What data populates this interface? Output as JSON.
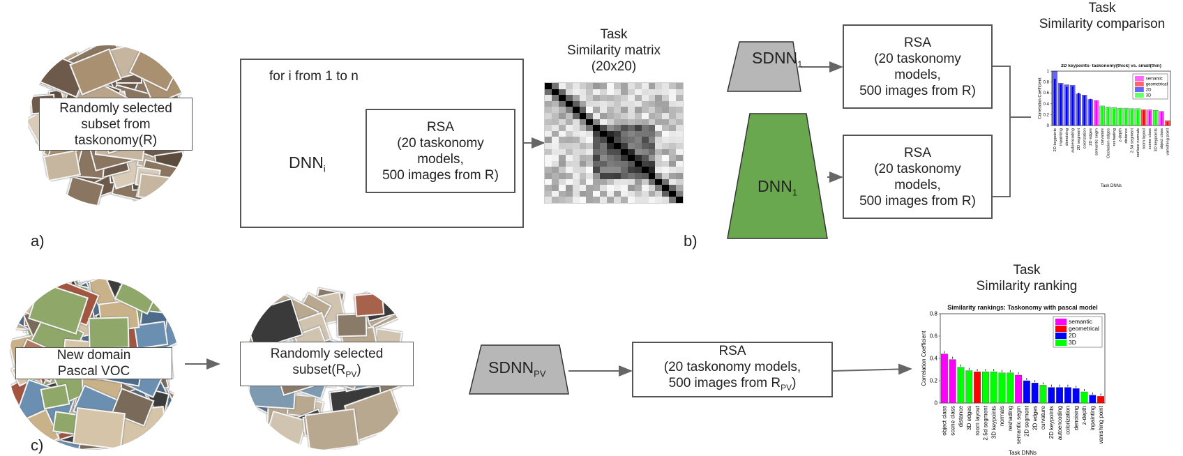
{
  "panel_a": {
    "label": "a)",
    "subset_label_lines": [
      "Randomly selected",
      "subset from",
      "taskonomy(R)"
    ],
    "loop_label": "for i from 1 to n",
    "dnn_label": "DNN",
    "dnn_sub": "i",
    "rsa_lines": [
      "RSA",
      "(20 taskonomy",
      "models,",
      "500 images from R)"
    ],
    "matrix_title_lines": [
      "Task",
      "Similarity matrix",
      "(20x20)"
    ]
  },
  "panel_b": {
    "label": "b)",
    "sdnn_label": "SDNN",
    "sdnn_sub": "1",
    "dnn_label": "DNN",
    "dnn_sub": "1",
    "rsa_top_lines": [
      "RSA",
      "(20 taskonomy",
      "models,",
      "500 images from R)"
    ],
    "rsa_bottom_lines": [
      "RSA",
      "(20 taskonomy",
      "models,",
      "500 images from R)"
    ],
    "comparison_title_lines": [
      "Task",
      "Similarity comparison"
    ]
  },
  "panel_c": {
    "label": "c)",
    "domain_lines": [
      "New domain",
      "Pascal VOC"
    ],
    "subset_line1": "Randomly selected",
    "subset_line2_pre": "subset(R",
    "subset_line2_sub": "PV",
    "subset_line2_post": ")",
    "sdnn_label": "SDNN",
    "sdnn_sub": "PV",
    "rsa_line1": "RSA",
    "rsa_line2": "(20 taskonomy models,",
    "rsa_line3_pre": "500 images from R",
    "rsa_line3_sub": "PV",
    "rsa_line3_post": ")",
    "ranking_title_lines": [
      "Task",
      "Similarity ranking"
    ]
  },
  "colors": {
    "green": "#6aa84f",
    "gray": "#b7b7b7",
    "semantic": "#ff00ff",
    "geometrical": "#ff0000",
    "2d": "#0000ff",
    "3d": "#00ff00"
  },
  "chart_data": [
    {
      "type": "bar",
      "title": "2D keypoints- taskonomy(thick) vs. small(thin)",
      "xlabel": "Task DNNs",
      "ylabel": "Correlation Coefficient",
      "ylim": [
        0,
        1
      ],
      "yticks": [
        "0",
        "0.2",
        "0.4",
        "0.6",
        "0.8",
        "1"
      ],
      "legend": [
        "semantic",
        "geometrical",
        "2D",
        "3D"
      ],
      "legend_position": "top-right",
      "categories": [
        "2D keypoints",
        "inpainting",
        "denoising",
        "autoencoding",
        "2D segment",
        "colorization",
        "2D edges",
        "semantic segm",
        "curvature",
        "Occlusion edges",
        "reshading",
        "z-depth",
        "distance",
        "2.5d segment",
        "surface normals",
        "room layout",
        "scene class",
        "3D keypoints",
        "object class",
        "vanishing point"
      ],
      "groups": [
        "2D",
        "2D",
        "2D",
        "2D",
        "2D",
        "2D",
        "2D",
        "semantic",
        "3D",
        "3D",
        "3D",
        "3D",
        "3D",
        "3D",
        "3D",
        "geometrical",
        "semantic",
        "3D",
        "semantic",
        "geometrical"
      ],
      "series": [
        {
          "name": "taskonomy(thick)",
          "values": [
            1.0,
            0.78,
            0.75,
            0.74,
            0.58,
            0.56,
            0.48,
            0.46,
            0.36,
            0.34,
            0.33,
            0.32,
            0.32,
            0.31,
            0.31,
            0.29,
            0.29,
            0.28,
            0.26,
            0.09
          ]
        },
        {
          "name": "small(thin)",
          "values": [
            0.86,
            0.76,
            0.71,
            0.72,
            0.6,
            0.55,
            0.49,
            0.46,
            0.35,
            0.33,
            0.31,
            0.31,
            0.3,
            0.3,
            0.29,
            0.28,
            0.27,
            0.27,
            0.25,
            0.07
          ]
        }
      ]
    },
    {
      "type": "bar",
      "title": "Similarity rankings: Taskonomy with pascal model",
      "xlabel": "Task DNNs",
      "ylabel": "Correlation Coefficient",
      "ylim": [
        0,
        0.8
      ],
      "yticks": [
        "0",
        "0.2",
        "0.4",
        "0.6",
        "0.8"
      ],
      "legend": [
        "semantic",
        "geometrical",
        "2D",
        "3D"
      ],
      "legend_position": "top-right",
      "categories": [
        "object class",
        "scene class",
        "distance",
        "3D edges",
        "room layout",
        "2.5d segment",
        "3D keypoints",
        "normals",
        "reshading",
        "semantic segm",
        "2D segment",
        "2D edges",
        "curvature",
        "2D keypoints",
        "autoencoding",
        "colorization",
        "denoising",
        "z-depth",
        "inpainting",
        "vanishing point"
      ],
      "groups": [
        "semantic",
        "semantic",
        "3D",
        "3D",
        "geometrical",
        "3D",
        "3D",
        "3D",
        "3D",
        "semantic",
        "2D",
        "2D",
        "3D",
        "2D",
        "2D",
        "2D",
        "2D",
        "3D",
        "2D",
        "geometrical"
      ],
      "values": [
        0.44,
        0.39,
        0.32,
        0.29,
        0.28,
        0.28,
        0.28,
        0.27,
        0.27,
        0.25,
        0.2,
        0.18,
        0.16,
        0.14,
        0.14,
        0.14,
        0.13,
        0.1,
        0.07,
        0.06
      ]
    }
  ]
}
